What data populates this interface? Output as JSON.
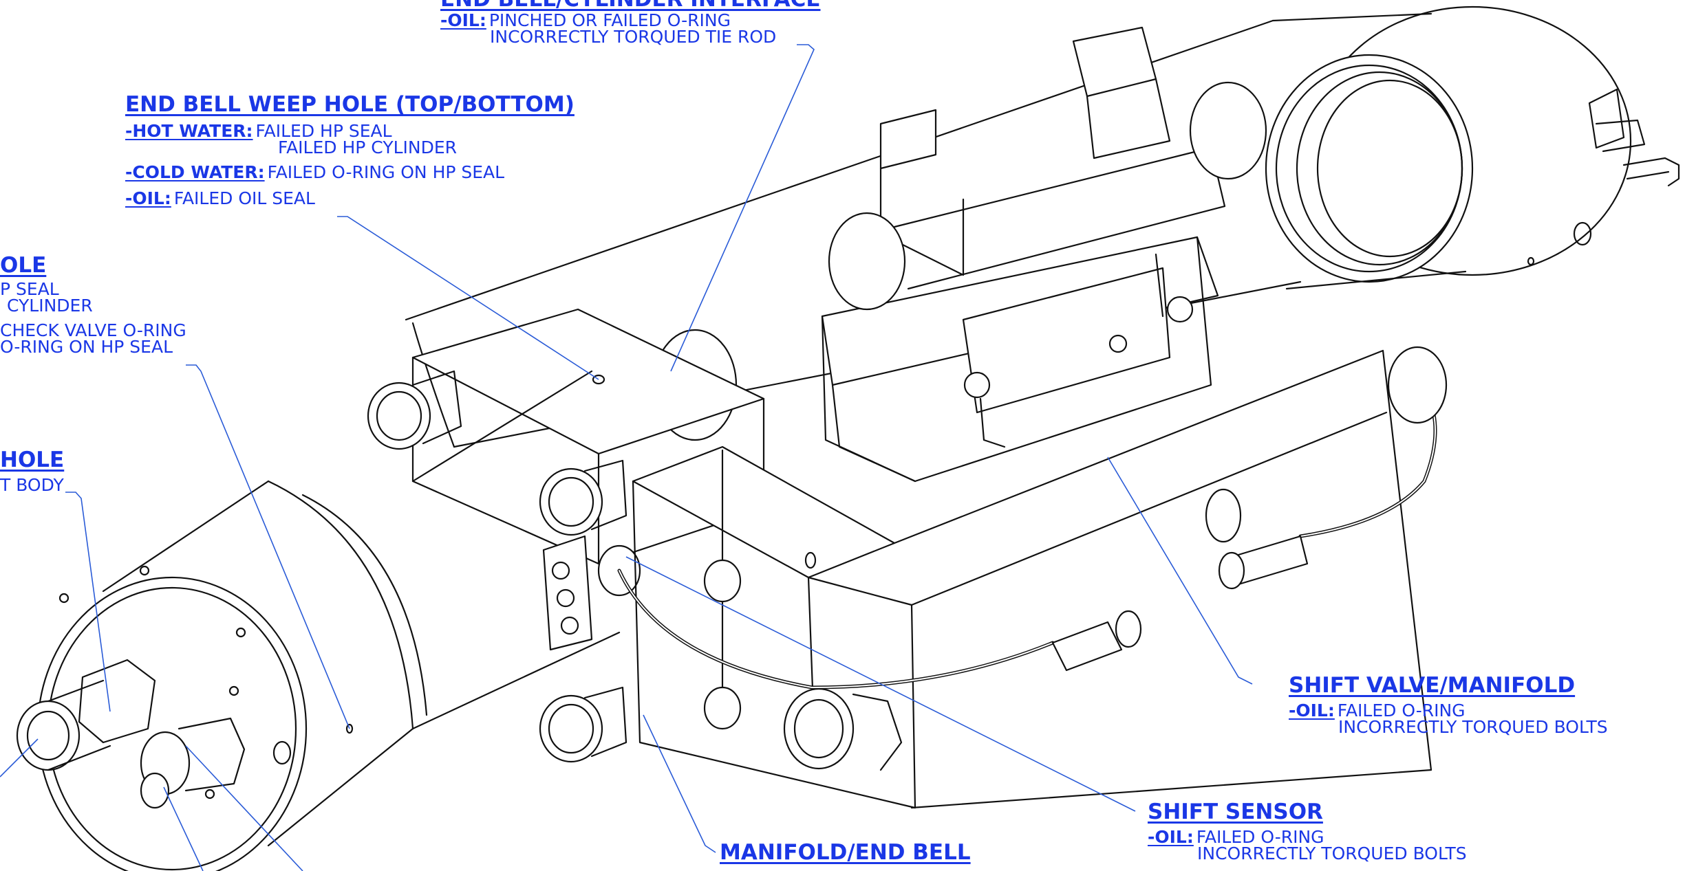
{
  "callouts": {
    "end_bell_cylinder": {
      "title": "END BELL/CYLINDER INTERFACE",
      "oil_key": "-OIL:",
      "oil_1": "PINCHED OR FAILED O-RING",
      "oil_2": "INCORRECTLY TORQUED TIE ROD"
    },
    "end_bell_weep": {
      "title": "END BELL WEEP HOLE (TOP/BOTTOM)",
      "hot_key": "-HOT WATER:",
      "hot_1": "FAILED HP SEAL",
      "hot_2": "FAILED HP CYLINDER",
      "cold_key": "-COLD WATER:",
      "cold_1": "FAILED O-RING ON HP SEAL",
      "oil_key": "-OIL:",
      "oil_1": "FAILED OIL SEAL"
    },
    "left_upper": {
      "title": "OLE",
      "l1": "P SEAL",
      "l2": "CYLINDER",
      "l3": "CHECK VALVE O-RING",
      "l4": "O-RING ON HP SEAL"
    },
    "left_lower": {
      "title": "HOLE",
      "l1": "T BODY"
    },
    "shift_valve": {
      "title": "SHIFT VALVE/MANIFOLD",
      "oil_key": "-OIL:",
      "oil_1": "FAILED O-RING",
      "oil_2": "INCORRECTLY TORQUED BOLTS"
    },
    "shift_sensor": {
      "title": "SHIFT SENSOR",
      "oil_key": "-OIL:",
      "oil_1": "FAILED O-RING",
      "oil_2": "INCORRECTLY TORQUED BOLTS"
    },
    "manifold_end_bell": {
      "title": "MANIFOLD/END BELL"
    }
  },
  "colors": {
    "callout": "#1a37e6",
    "leader": "#2a5bd7",
    "ink": "#111111"
  }
}
